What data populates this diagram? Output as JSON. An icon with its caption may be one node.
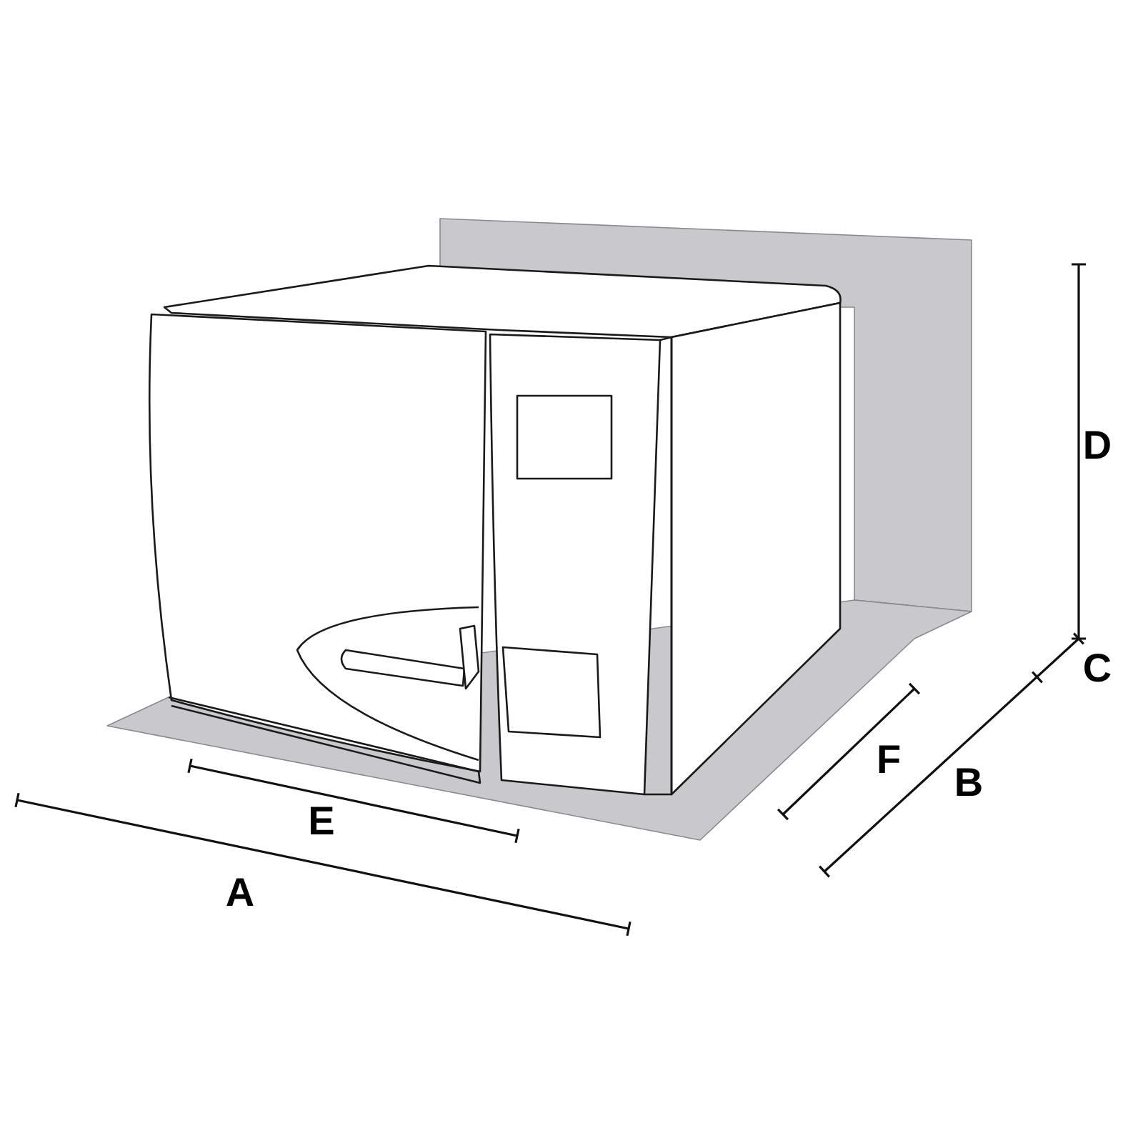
{
  "diagram": {
    "labels": [
      "D",
      "C",
      "F",
      "B",
      "E",
      "A"
    ]
  }
}
